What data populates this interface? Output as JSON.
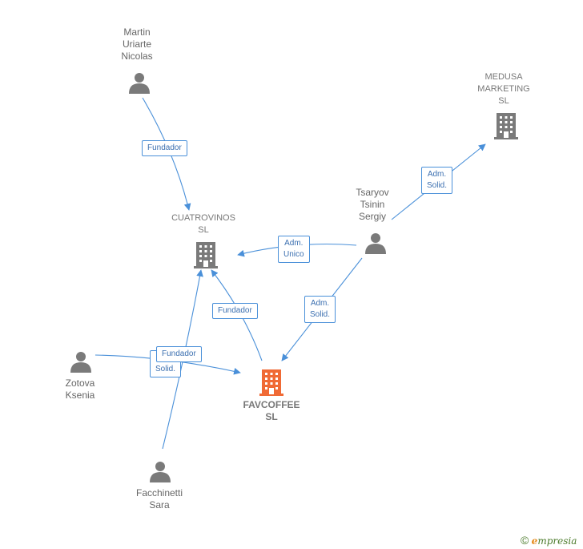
{
  "nodes": {
    "martin": {
      "lines": [
        "Martin",
        "Uriarte",
        "Nicolas"
      ]
    },
    "medusa": {
      "lines": [
        "MEDUSA",
        "MARKETING",
        "SL"
      ]
    },
    "tsaryov": {
      "lines": [
        "Tsaryov",
        "Tsinin",
        "Sergiy"
      ]
    },
    "cuatrovinos": {
      "lines": [
        "CUATROVINOS",
        "SL"
      ]
    },
    "zotova": {
      "lines": [
        "Zotova",
        "Ksenia"
      ]
    },
    "favcoffee": {
      "lines": [
        "FAVCOFFEE",
        "SL"
      ]
    },
    "facchinetti": {
      "lines": [
        "Facchinetti",
        "Sara"
      ]
    }
  },
  "edges": {
    "martin_cuatrovinos": {
      "lines": [
        "Fundador"
      ]
    },
    "tsaryov_medusa": {
      "lines": [
        "Adm.",
        "Solid."
      ]
    },
    "tsaryov_cuatrovinos": {
      "lines": [
        "Adm.",
        "Unico"
      ]
    },
    "tsaryov_favcoffee": {
      "lines": [
        "Adm.",
        "Solid."
      ]
    },
    "favcoffee_cuatrovinos": {
      "lines": [
        "Fundador"
      ]
    },
    "zotova_favcoffee": {
      "lines": [
        "Solid."
      ]
    },
    "facchinetti_cuatrovinos": {
      "lines": [
        "Fundador"
      ]
    }
  },
  "colors": {
    "edge": "#4a90d9",
    "person_icon": "#7a7a7a",
    "company_icon": "#7a7a7a",
    "main_company_icon": "#f06a35"
  },
  "credit": {
    "symbol": "©",
    "brand_initial": "e",
    "brand_rest": "mpresia"
  }
}
